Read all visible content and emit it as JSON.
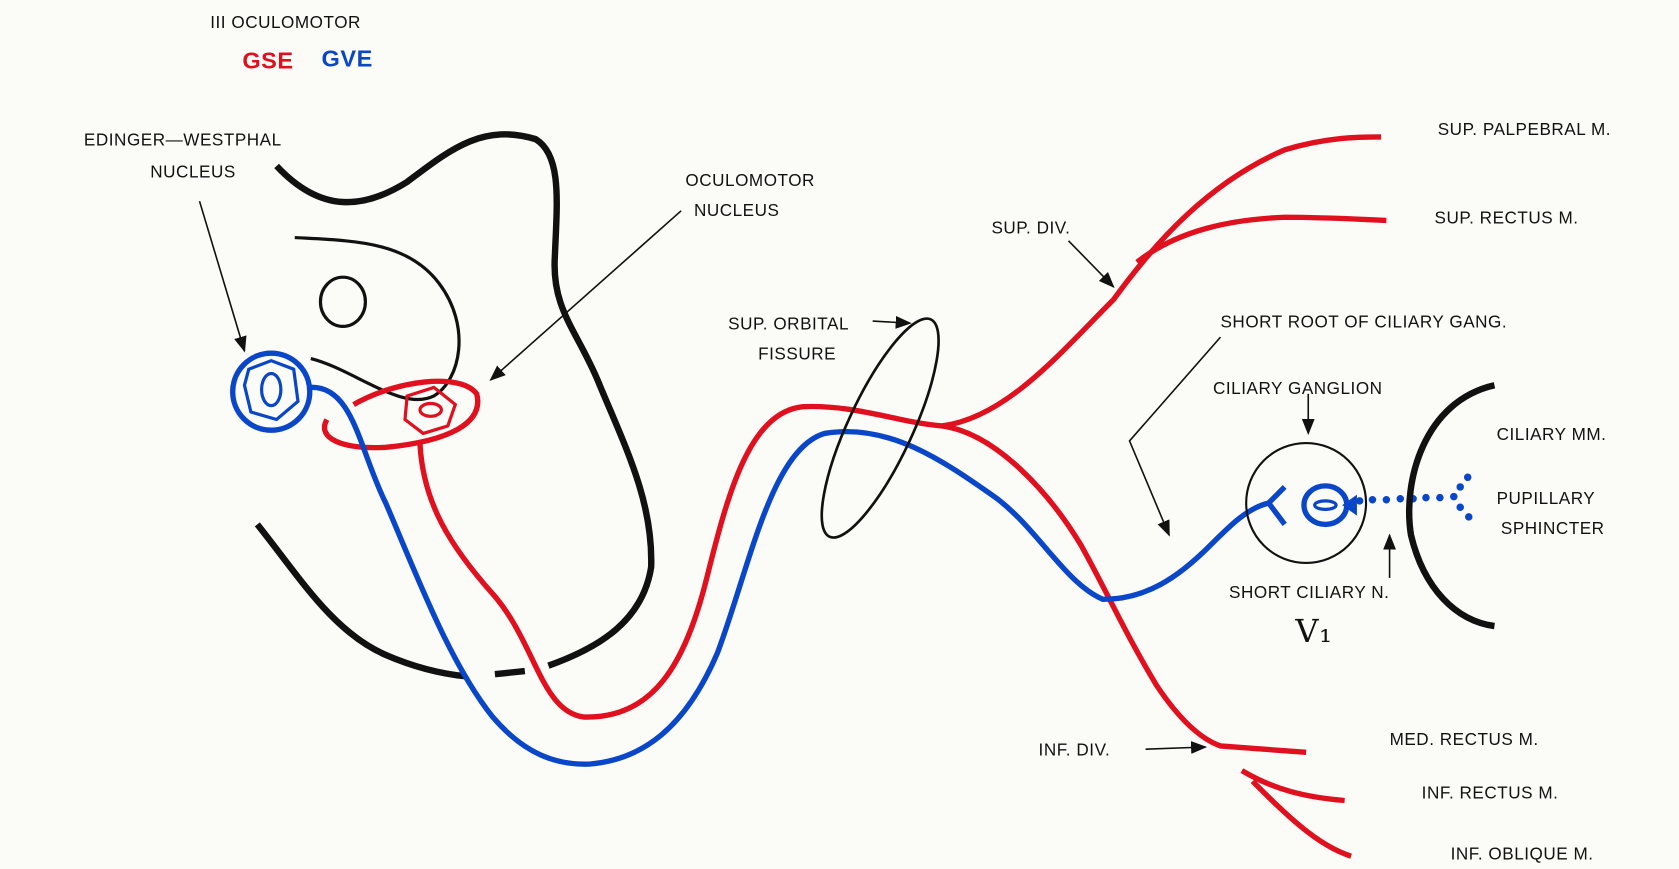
{
  "title": "III OCULOMOTOR",
  "legend": [
    {
      "label": "GSE",
      "color": "#e0101e"
    },
    {
      "label": "GVE",
      "color": "#0a46c8"
    }
  ],
  "labels": {
    "ew_line1": "EDINGER—WESTPHAL",
    "ew_line2": "NUCLEUS",
    "on_line1": "OCULOMOTOR",
    "on_line2": "NUCLEUS",
    "sof_line1": "SUP. ORBITAL",
    "sof_line2": "FISSURE",
    "sup_div": "SUP. DIV.",
    "short_root": "SHORT ROOT OF CILIARY GANG.",
    "ciliary_ganglion": "CILIARY GANGLION",
    "ciliary_mm": "CILIARY MM.",
    "pupillary_1": "PUPILLARY",
    "pupillary_2": "SPHINCTER",
    "short_ciliary": "SHORT CILIARY N.",
    "handwritten": "V₁",
    "sup_palpebral": "SUP. PALPEBRAL M.",
    "sup_rectus": "SUP. RECTUS M.",
    "med_rectus": "MED. RECTUS M.",
    "inf_rectus": "INF. RECTUS M.",
    "inf_oblique": "INF. OBLIQUE M.",
    "inf_div": "INF. DIV."
  }
}
